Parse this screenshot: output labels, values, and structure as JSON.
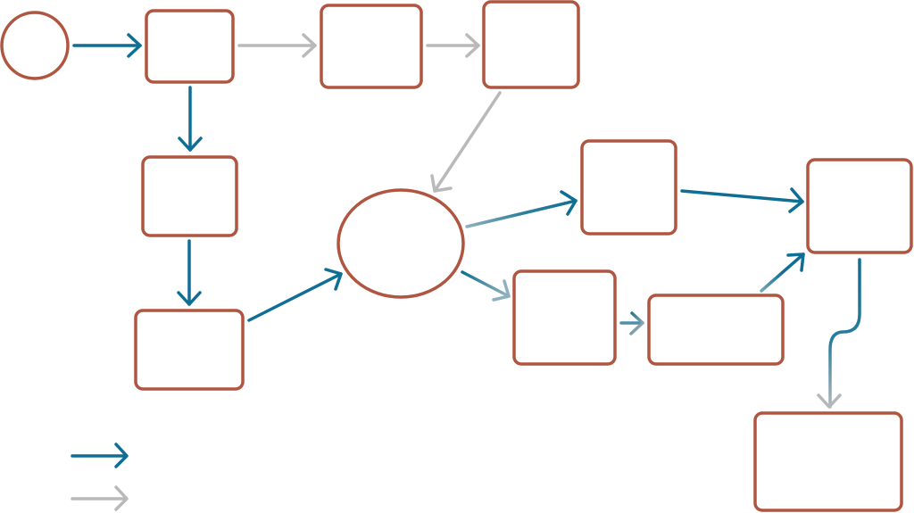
{
  "diagram": {
    "title": "",
    "colors": {
      "node_stroke": "#b05540",
      "node_fill": "#ffffff",
      "primary_edge": "#0e6e93",
      "secondary_edge": "#b9b9b9"
    },
    "nodes": [
      {
        "id": "start",
        "shape": "circle",
        "label": ""
      },
      {
        "id": "n1",
        "shape": "rounded-rect",
        "label": ""
      },
      {
        "id": "n2",
        "shape": "rounded-rect",
        "label": ""
      },
      {
        "id": "n3",
        "shape": "rounded-rect",
        "label": ""
      },
      {
        "id": "n4",
        "shape": "rounded-rect",
        "label": ""
      },
      {
        "id": "n5",
        "shape": "rounded-rect",
        "label": ""
      },
      {
        "id": "hub",
        "shape": "ellipse",
        "label": ""
      },
      {
        "id": "n6",
        "shape": "rounded-rect",
        "label": ""
      },
      {
        "id": "n7",
        "shape": "rounded-rect",
        "label": ""
      },
      {
        "id": "n8",
        "shape": "rounded-rect",
        "label": ""
      },
      {
        "id": "n9",
        "shape": "rounded-rect",
        "label": ""
      },
      {
        "id": "end",
        "shape": "rounded-rect",
        "label": ""
      }
    ],
    "edges": [
      {
        "from": "start",
        "to": "n1",
        "style": "primary"
      },
      {
        "from": "n1",
        "to": "n2",
        "style": "secondary"
      },
      {
        "from": "n2",
        "to": "n3",
        "style": "secondary"
      },
      {
        "from": "n3",
        "to": "hub",
        "style": "secondary"
      },
      {
        "from": "n1",
        "to": "n4",
        "style": "primary"
      },
      {
        "from": "n4",
        "to": "n5",
        "style": "primary"
      },
      {
        "from": "n5",
        "to": "hub",
        "style": "primary"
      },
      {
        "from": "hub",
        "to": "n6",
        "style": "gradient"
      },
      {
        "from": "hub",
        "to": "n7",
        "style": "gradient"
      },
      {
        "from": "n7",
        "to": "n8",
        "style": "gradient"
      },
      {
        "from": "n6",
        "to": "n9",
        "style": "primary"
      },
      {
        "from": "n8",
        "to": "n9",
        "style": "gradient"
      },
      {
        "from": "n9",
        "to": "end",
        "style": "gradient-reverse"
      }
    ],
    "legend": [
      {
        "style": "primary",
        "label": ""
      },
      {
        "style": "secondary",
        "label": ""
      }
    ]
  }
}
